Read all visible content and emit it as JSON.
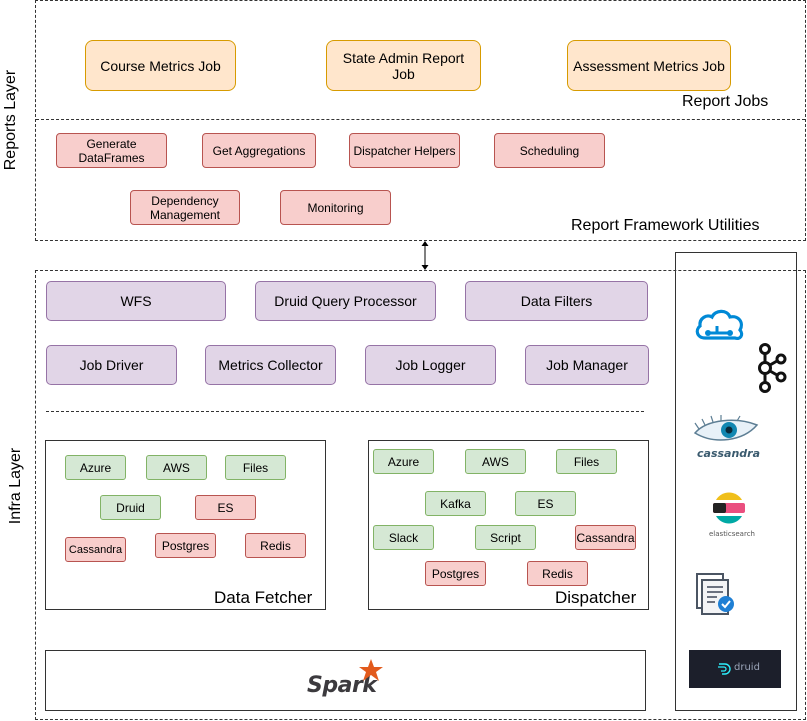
{
  "layers": {
    "reports": "Reports Layer",
    "infra": "Infra Layer"
  },
  "report_jobs": {
    "title": "Report Jobs",
    "jobs": [
      "Course Metrics Job",
      "State Admin Report Job",
      "Assessment Metrics Job"
    ]
  },
  "report_utils": {
    "title": "Report Framework Utilities",
    "items": [
      "Generate DataFrames",
      "Get Aggregations",
      "Dispatcher Helpers",
      "Scheduling",
      "Dependency Management",
      "Monitoring"
    ]
  },
  "infra": {
    "row1": [
      "WFS",
      "Druid Query Processor",
      "Data Filters"
    ],
    "row2": [
      "Job Driver",
      "Metrics Collector",
      "Job Logger",
      "Job Manager"
    ]
  },
  "data_fetcher": {
    "title": "Data Fetcher",
    "items": [
      "Azure",
      "AWS",
      "Files",
      "Druid",
      "ES",
      "Cassandra",
      "Postgres",
      "Redis"
    ]
  },
  "dispatcher": {
    "title": "Dispatcher",
    "items": [
      "Azure",
      "AWS",
      "Files",
      "Kafka",
      "ES",
      "Slack",
      "Script",
      "Cassandra",
      "Postgres",
      "Redis"
    ]
  },
  "logos": {
    "spark": "Spark",
    "cassandra": "cassandra",
    "elasticsearch": "elasticsearch",
    "druid": "druid",
    "icons": [
      "azure-cloud-icon",
      "kafka-icon",
      "cassandra-eye-icon",
      "elasticsearch-icon",
      "document-check-icon",
      "druid-icon",
      "spark-star-icon"
    ]
  },
  "colors": {
    "job_fill": "#ffe6cc",
    "job_border": "#d79b00",
    "util_fill": "#f8cecc",
    "util_border": "#b85450",
    "infra_fill": "#e1d5e7",
    "infra_border": "#9673a6",
    "green_fill": "#d5e8d4",
    "green_border": "#82b366",
    "azure": "#0089d6",
    "spark_orange": "#e25a1c"
  }
}
